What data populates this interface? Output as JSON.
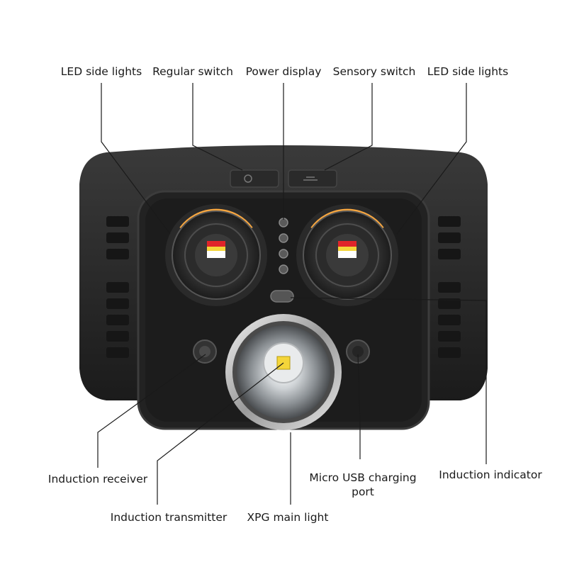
{
  "labels": {
    "led_side_lights_left": "LED side lights",
    "regular_switch": "Regular switch",
    "power_display": "Power display",
    "sensory_switch": "Sensory switch",
    "led_side_lights_right": "LED side lights",
    "induction_receiver": "Induction receiver",
    "micro_usb_line1": "Micro USB charging",
    "micro_usb_line2": "port",
    "induction_indicator": "Induction indicator",
    "induction_transmitter": "Induction transmitter",
    "xpg_main_light": "XPG main light"
  },
  "colors": {
    "body": "#2b2b2b",
    "face": "#1e1e1e",
    "lens_glow": "#f6a640",
    "led_red": "#e0242a",
    "led_yellow": "#f4d53a",
    "leader_line": "#1a1a1a"
  },
  "indicator_dots": 4
}
